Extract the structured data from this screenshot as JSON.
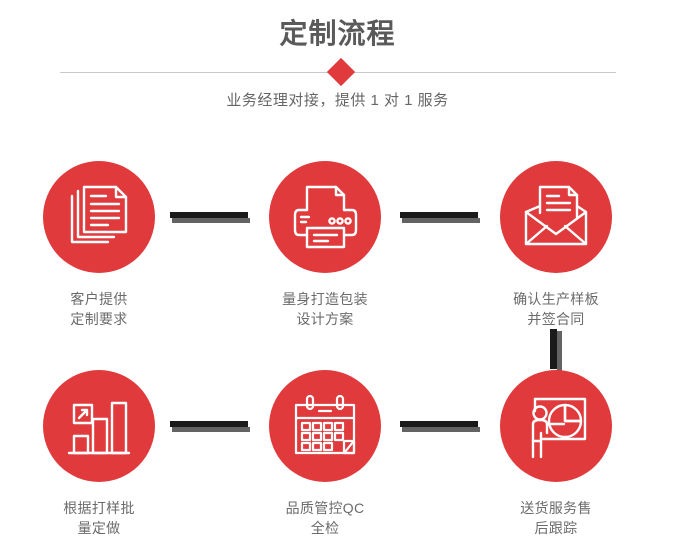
{
  "header": {
    "title": "定制流程",
    "subtitle": "业务经理对接，提供 1 对 1 服务",
    "accent_color": "#e03a3c",
    "title_color": "#5a5a5a",
    "divider_color": "#c9c9c9",
    "diamond_icon": "diamond-icon"
  },
  "flow": {
    "connector_color": "#1a1a1a",
    "connector_shadow_color": "#636363",
    "steps": [
      {
        "index": 1,
        "icon": "documents-stack-icon",
        "label": "客户提供\n定制要求"
      },
      {
        "index": 2,
        "icon": "printer-icon",
        "label": "量身打造包装\n设计方案"
      },
      {
        "index": 3,
        "icon": "envelope-document-icon",
        "label": "确认生产样板\n并签合同"
      },
      {
        "index": 4,
        "icon": "bar-chart-growth-icon",
        "label": "根据打样批\n量定做"
      },
      {
        "index": 5,
        "icon": "calendar-edit-icon",
        "label": "品质管控QC\n全检"
      },
      {
        "index": 6,
        "icon": "presenter-pie-chart-icon",
        "label": "送货服务售\n后跟踪"
      }
    ]
  }
}
